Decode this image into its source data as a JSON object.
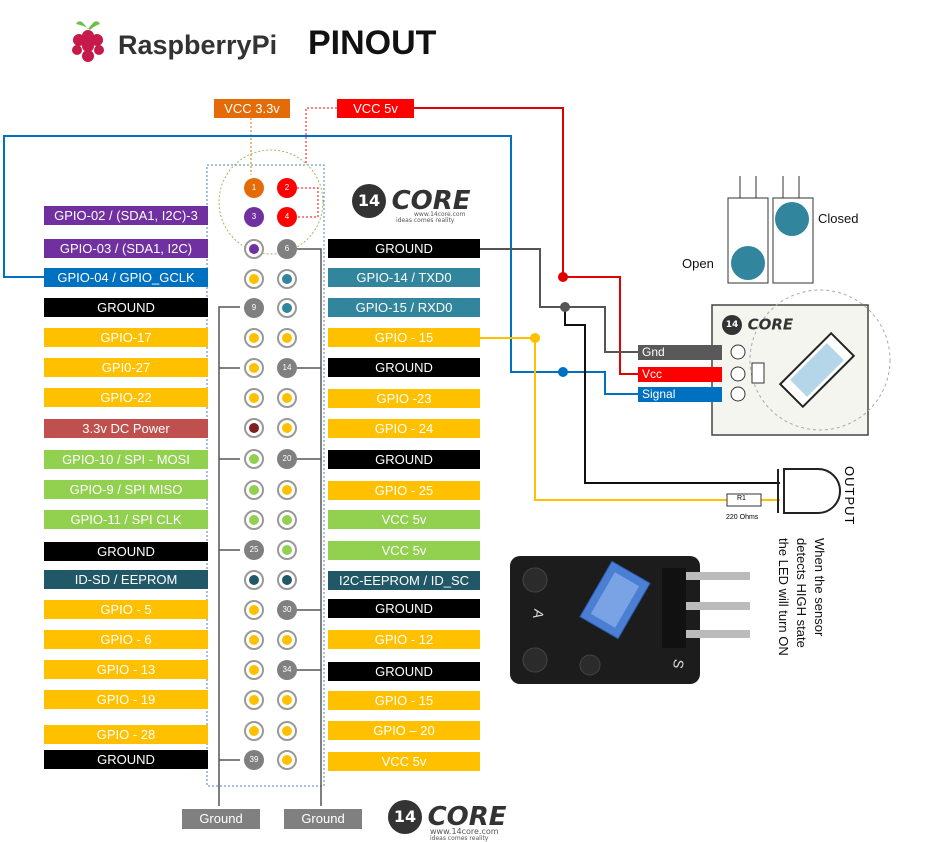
{
  "header": {
    "brand": "RaspberryPi",
    "title": "PINOUT"
  },
  "power_tags": {
    "vcc33": "VCC 3.3v",
    "vcc5": "VCC 5v"
  },
  "left_labels": [
    {
      "text": "GPIO-02 / (SDA1, I2C)-3",
      "color": "#7030a0",
      "fg": "#fff"
    },
    {
      "text": "GPIO-03 / (SDA1, I2C)",
      "color": "#7030a0",
      "fg": "#fff"
    },
    {
      "text": "GPIO-04 / GPIO_GCLK",
      "color": "#0070c0",
      "fg": "#fff"
    },
    {
      "text": "GROUND",
      "color": "#000000",
      "fg": "#fff"
    },
    {
      "text": "GPIO-17",
      "color": "#ffc000",
      "fg": "#fff"
    },
    {
      "text": "GPI0-27",
      "color": "#ffc000",
      "fg": "#fff"
    },
    {
      "text": "GPIO-22",
      "color": "#ffc000",
      "fg": "#fff"
    },
    {
      "text": "3.3v DC Power",
      "color": "#c0504d",
      "fg": "#fff"
    },
    {
      "text": "GPIO-10 / SPI - MOSI",
      "color": "#92d050",
      "fg": "#fff"
    },
    {
      "text": "GPIO-9 / SPI MISO",
      "color": "#92d050",
      "fg": "#fff"
    },
    {
      "text": "GPIO-11 / SPI CLK",
      "color": "#92d050",
      "fg": "#fff"
    },
    {
      "text": "GROUND",
      "color": "#000000",
      "fg": "#fff"
    },
    {
      "text": "ID-SD / EEPROM",
      "color": "#215868",
      "fg": "#fff"
    },
    {
      "text": "GPIO - 5",
      "color": "#ffc000",
      "fg": "#fff"
    },
    {
      "text": "GPIO - 6",
      "color": "#ffc000",
      "fg": "#fff"
    },
    {
      "text": "GPIO - 13",
      "color": "#ffc000",
      "fg": "#fff"
    },
    {
      "text": "GPIO - 19",
      "color": "#ffc000",
      "fg": "#fff"
    },
    {
      "text": "GPIO - 28",
      "color": "#ffc000",
      "fg": "#fff"
    },
    {
      "text": "GROUND",
      "color": "#000000",
      "fg": "#fff"
    }
  ],
  "right_labels": [
    {
      "text": "GROUND",
      "color": "#000000",
      "fg": "#fff"
    },
    {
      "text": "GPIO-14 / TXD0",
      "color": "#31859c",
      "fg": "#fff"
    },
    {
      "text": "GPIO-15 / RXD0",
      "color": "#31859c",
      "fg": "#fff"
    },
    {
      "text": "GPIO - 15",
      "color": "#ffc000",
      "fg": "#fff"
    },
    {
      "text": "GROUND",
      "color": "#000000",
      "fg": "#fff"
    },
    {
      "text": "GPIO -23",
      "color": "#ffc000",
      "fg": "#fff"
    },
    {
      "text": "GPIO - 24",
      "color": "#ffc000",
      "fg": "#fff"
    },
    {
      "text": "GROUND",
      "color": "#000000",
      "fg": "#fff"
    },
    {
      "text": "GPIO - 25",
      "color": "#ffc000",
      "fg": "#fff"
    },
    {
      "text": "VCC 5v",
      "color": "#92d050",
      "fg": "#fff"
    },
    {
      "text": "VCC 5v",
      "color": "#92d050",
      "fg": "#fff"
    },
    {
      "text": "I2C-EEPROM / ID_SC",
      "color": "#215868",
      "fg": "#fff"
    },
    {
      "text": "GROUND",
      "color": "#000000",
      "fg": "#fff"
    },
    {
      "text": "GPIO - 12",
      "color": "#ffc000",
      "fg": "#fff"
    },
    {
      "text": "GROUND",
      "color": "#000000",
      "fg": "#fff"
    },
    {
      "text": "GPIO - 15",
      "color": "#ffc000",
      "fg": "#fff"
    },
    {
      "text": "GPIO – 20",
      "color": "#ffc000",
      "fg": "#fff"
    },
    {
      "text": "VCC 5v",
      "color": "#ffc000",
      "fg": "#fff"
    }
  ],
  "pins": {
    "left": [
      {
        "num": "1",
        "fill": "#e36c09"
      },
      {
        "num": "3",
        "fill": "#7030a0"
      },
      {
        "dot": "#7030a0"
      },
      {
        "dot": "#ffc000"
      },
      {
        "num": "9",
        "fill": "#808080"
      },
      {
        "dot": "#ffc000"
      },
      {
        "dot": "#ffc000"
      },
      {
        "dot": "#ffc000"
      },
      {
        "dot": "#7f1f1f"
      },
      {
        "dot": "#92d050"
      },
      {
        "dot": "#92d050"
      },
      {
        "dot": "#92d050"
      },
      {
        "num": "25",
        "fill": "#808080"
      },
      {
        "dot": "#215868"
      },
      {
        "dot": "#ffc000"
      },
      {
        "dot": "#ffc000"
      },
      {
        "dot": "#ffc000"
      },
      {
        "dot": "#ffc000"
      },
      {
        "dot": "#ffc000"
      },
      {
        "num": "39",
        "fill": "#808080"
      }
    ],
    "right": [
      {
        "num": "2",
        "fill": "#ff0000"
      },
      {
        "num": "4",
        "fill": "#ff0000"
      },
      {
        "num": "6",
        "fill": "#808080"
      },
      {
        "dot": "#31859c"
      },
      {
        "dot": "#31859c"
      },
      {
        "dot": "#ffc000"
      },
      {
        "num": "14",
        "fill": "#808080"
      },
      {
        "dot": "#ffc000"
      },
      {
        "dot": "#ffc000"
      },
      {
        "num": "20",
        "fill": "#808080"
      },
      {
        "dot": "#ffc000"
      },
      {
        "dot": "#92d050"
      },
      {
        "dot": "#92d050"
      },
      {
        "dot": "#215868"
      },
      {
        "num": "30",
        "fill": "#808080"
      },
      {
        "dot": "#ffc000"
      },
      {
        "num": "34",
        "fill": "#808080"
      },
      {
        "dot": "#ffc000"
      },
      {
        "dot": "#ffc000"
      },
      {
        "dot": "#ffc000"
      }
    ]
  },
  "bottom": {
    "ground_left": "Ground",
    "ground_right": "Ground"
  },
  "logo": {
    "core": "CORE",
    "num": "14",
    "url": "www.14core.com",
    "tag": "ideas comes reality"
  },
  "sensor": {
    "open": "Open",
    "closed": "Closed",
    "gnd": "Gnd",
    "vcc": "Vcc",
    "signal": "Signal"
  },
  "led": {
    "label": "OUTPUT",
    "resistor": "R1",
    "ohms": "220 Ohms"
  },
  "note": [
    "When the sensor",
    "detects HIGH state",
    "the LED will turn ON"
  ],
  "module_marks": {
    "a": "A",
    "s": "S"
  }
}
